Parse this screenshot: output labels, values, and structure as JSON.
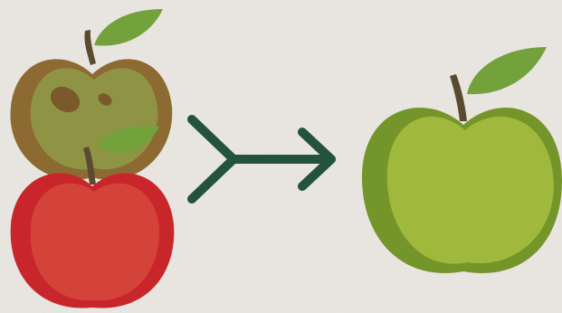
{
  "illustration": {
    "description_items": [
      {
        "name": "rotten-apple-icon",
        "kind": "decorative"
      },
      {
        "name": "red-apple-icon",
        "kind": "decorative"
      },
      {
        "name": "merge-arrow-icon",
        "kind": "decorative"
      },
      {
        "name": "green-apple-icon",
        "kind": "decorative"
      }
    ]
  },
  "colors": {
    "background": "#ebe8e3",
    "rotten_outer": "#8c6a32",
    "rotten_inner": "#8f9445",
    "rotten_spot": "#7a5a2c",
    "red_outer": "#c8262a",
    "red_inner": "#d4433a",
    "green_outer": "#74952a",
    "green_inner": "#a0b93c",
    "leaf": "#73a23c",
    "stem": "#5a4a30",
    "arrow": "#24533d"
  }
}
